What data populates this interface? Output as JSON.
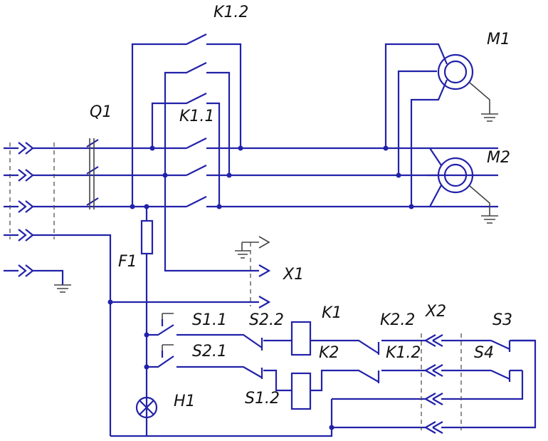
{
  "diagram": {
    "labels": {
      "k1_2_top": "K1.2",
      "m1": "M1",
      "m2": "M2",
      "q1": "Q1",
      "k1_1": "K1.1",
      "f1": "F1",
      "x1": "X1",
      "s1_1": "S1.1",
      "s2_2": "S2.2",
      "k1": "K1",
      "k2_2": "K2.2",
      "x2": "X2",
      "s3": "S3",
      "s2_1": "S2.1",
      "k2": "K2",
      "k1_2": "K1.2",
      "s4": "S4",
      "h1": "H1",
      "s1_2": "S1.2"
    },
    "colors": {
      "wire": "#2222aa",
      "ground": "#444444",
      "text": "#111111"
    }
  }
}
